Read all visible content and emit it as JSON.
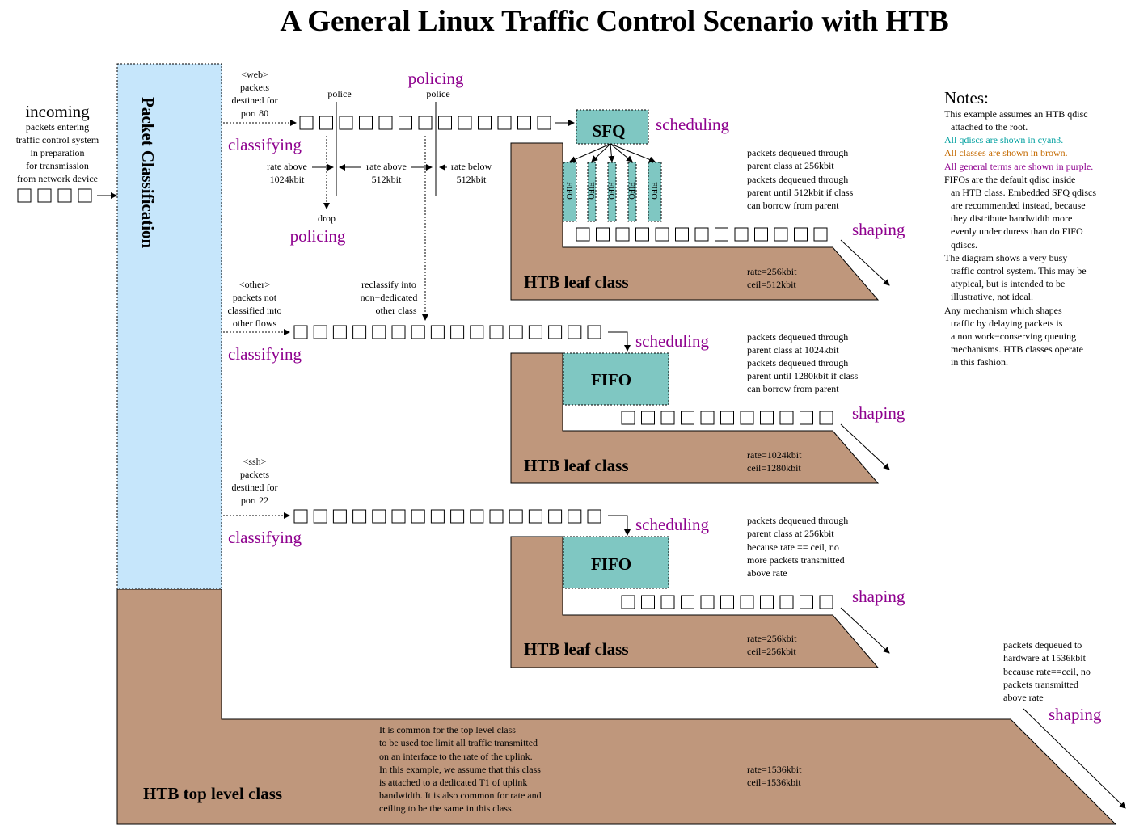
{
  "title": "A General Linux Traffic Control Scenario with HTB",
  "colors": {
    "classification": "#c6e6fb",
    "htb_class": "#bf977c",
    "qdisc": "#7fc7c2",
    "term": "#8e008e",
    "cyan_note": "#00a0a0",
    "brown_note": "#c46a00"
  },
  "incoming": {
    "heading": "incoming",
    "lines": [
      "packets entering",
      "traffic control system",
      "in preparation",
      "for transmission",
      "from network device"
    ]
  },
  "packet_classification": "Packet Classification",
  "flows": {
    "web": {
      "lines": [
        "<web>",
        "packets",
        "destined for",
        "port 80"
      ],
      "classifying": "classifying",
      "police_1": "police",
      "police_2": "police",
      "policing_top": "policing",
      "policing_bottom": "policing",
      "drop": "drop",
      "rate_above_1024": [
        "rate above",
        "1024kbit"
      ],
      "rate_above_512": [
        "rate above",
        "512kbit"
      ],
      "rate_below_512": [
        "rate below",
        "512kbit"
      ],
      "qdisc": "SFQ",
      "scheduling": "scheduling",
      "fifo_label": "FIFO",
      "dequeue_lines": [
        "packets dequeued through",
        "parent class at 256kbit",
        "packets dequeued through",
        "parent until 512kbit if class",
        "can borrow from parent"
      ],
      "shaping": "shaping",
      "class_label": "HTB leaf class",
      "rate": "rate=256kbit",
      "ceil": "ceil=512kbit"
    },
    "other": {
      "lines": [
        "<other>",
        "packets not",
        "classified into",
        "other flows"
      ],
      "reclassify": [
        "reclassify into",
        "non−dedicated",
        "other class"
      ],
      "classifying": "classifying",
      "scheduling": "scheduling",
      "qdisc": "FIFO",
      "dequeue_lines": [
        "packets dequeued through",
        "parent class at 1024kbit",
        "packets dequeued through",
        "parent until 1280kbit if class",
        "can borrow from parent"
      ],
      "shaping": "shaping",
      "class_label": "HTB leaf class",
      "rate": "rate=1024kbit",
      "ceil": "ceil=1280kbit"
    },
    "ssh": {
      "lines": [
        "<ssh>",
        "packets",
        "destined for",
        "port 22"
      ],
      "classifying": "classifying",
      "scheduling": "scheduling",
      "qdisc": "FIFO",
      "dequeue_lines": [
        "packets dequeued through",
        "parent class at 256kbit",
        "because rate == ceil, no",
        "more packets transmitted",
        "above rate"
      ],
      "shaping": "shaping",
      "class_label": "HTB leaf class",
      "rate": "rate=256kbit",
      "ceil": "ceil=256kbit"
    }
  },
  "top_class": {
    "label": "HTB top level class",
    "description": [
      "It is common for the top level class",
      "to be used toe limit all traffic transmitted",
      "on an interface to the rate of the uplink.",
      "In this example, we assume that this class",
      "is attached to a dedicated T1 of uplink",
      "bandwidth.  It is also common for rate and",
      "ceiling to be the same in this class."
    ],
    "rate": "rate=1536kbit",
    "ceil": "ceil=1536kbit",
    "hardware_lines": [
      "packets dequeued to",
      "hardware at 1536kbit",
      "because rate==ceil, no",
      "packets transmitted",
      "above rate"
    ],
    "shaping": "shaping"
  },
  "notes": {
    "heading": "Notes:",
    "p1": [
      "This example assumes an HTB qdisc",
      "attached to the root."
    ],
    "cyan": "All qdiscs are shown in cyan3.",
    "brown": "All classes are shown in brown.",
    "purple": "All general terms are shown in purple.",
    "p2": [
      "FIFOs are the default qdisc inside",
      "an HTB class.  Embedded SFQ qdiscs",
      "are recommended instead, because",
      "they distribute bandwidth more",
      "evenly under duress than do FIFO",
      "qdiscs."
    ],
    "p3": [
      "The diagram shows a very busy",
      "traffic control system.  This may be",
      "atypical, but is intended to be",
      "illustrative, not ideal."
    ],
    "p4": [
      "Any mechanism which shapes",
      "traffic by delaying packets is",
      "a non work−conserving queuing",
      "mechanisms.  HTB classes operate",
      "in this fashion."
    ]
  }
}
